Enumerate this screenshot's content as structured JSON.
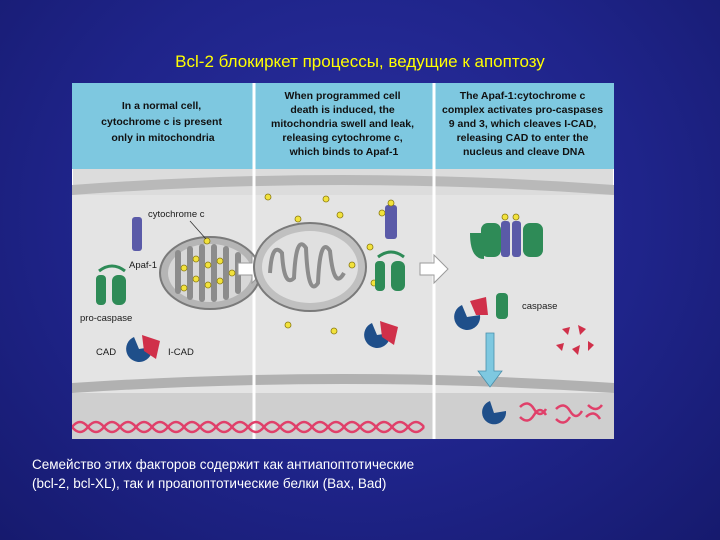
{
  "slide": {
    "title": "Bcl-2 блокиркет процессы, ведущие к апоптозу",
    "caption_line1": "Семейство этих факторов содержит как антиапоптотические",
    "caption_line2": "(bcl-2, bcl-XL), так и проапоптотические белки (Bax, Bad)"
  },
  "figure": {
    "panels": [
      {
        "lines": [
          "In a normal cell,",
          "cytochrome c is present",
          "only in mitochondria"
        ]
      },
      {
        "lines": [
          "When programmed cell",
          "death is induced, the",
          "mitochondria swell and leak,",
          "releasing cytochrome c,",
          "which binds to Apaf-1"
        ]
      },
      {
        "lines": [
          "The Apaf-1:cytochrome c",
          "complex activates pro-caspases",
          "9 and 3, which cleaves I-CAD,",
          "releasing CAD to enter the",
          "nucleus and cleave DNA"
        ]
      }
    ],
    "labels": {
      "cytochrome": "cytochrome c",
      "apaf": "Apaf-1",
      "procaspase": "pro-caspase",
      "cad": "CAD",
      "icad": "I-CAD",
      "caspase": "caspase"
    },
    "colors": {
      "header": "#7ec8e0",
      "cytoplasm": "#dcdcdc",
      "nucleus": "#c9c9c9",
      "apaf": "#5a5aa8",
      "procaspase": "#2e8b57",
      "cad": "#1f4f8a",
      "icad": "#d0304a",
      "cytochrome": "#f2e23c",
      "dna": "#e0406a"
    }
  }
}
